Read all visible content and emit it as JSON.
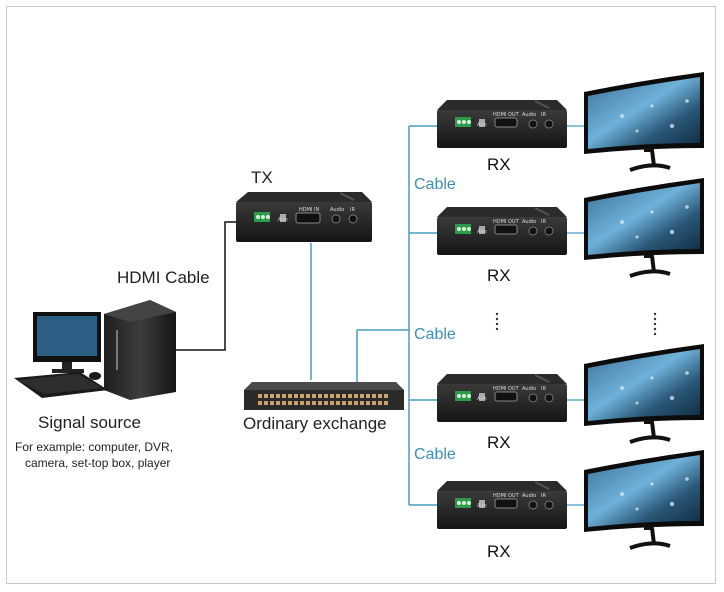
{
  "labels": {
    "tx": "TX",
    "hdmi_cable": "HDMI Cable",
    "signal_source": "Signal source",
    "example_line1": "For example: computer, DVR,",
    "example_line2": "camera, set-top box, player",
    "ordinary_exchange": "Ordinary exchange",
    "cable": "Cable",
    "rx": "RX"
  },
  "device_ports": {
    "tx_hdmi": "HDMI IN",
    "rx_hdmi": "HDMI OUT",
    "audio": "Audio",
    "ir": "IR",
    "ain": "A-in"
  },
  "colors": {
    "cable_line": "#4a9cc0",
    "hdmi_line": "#111111",
    "device_body": "#1c1c1c",
    "cable_text": "#3f8fb4",
    "terminal_green": "#2e9a4b"
  }
}
